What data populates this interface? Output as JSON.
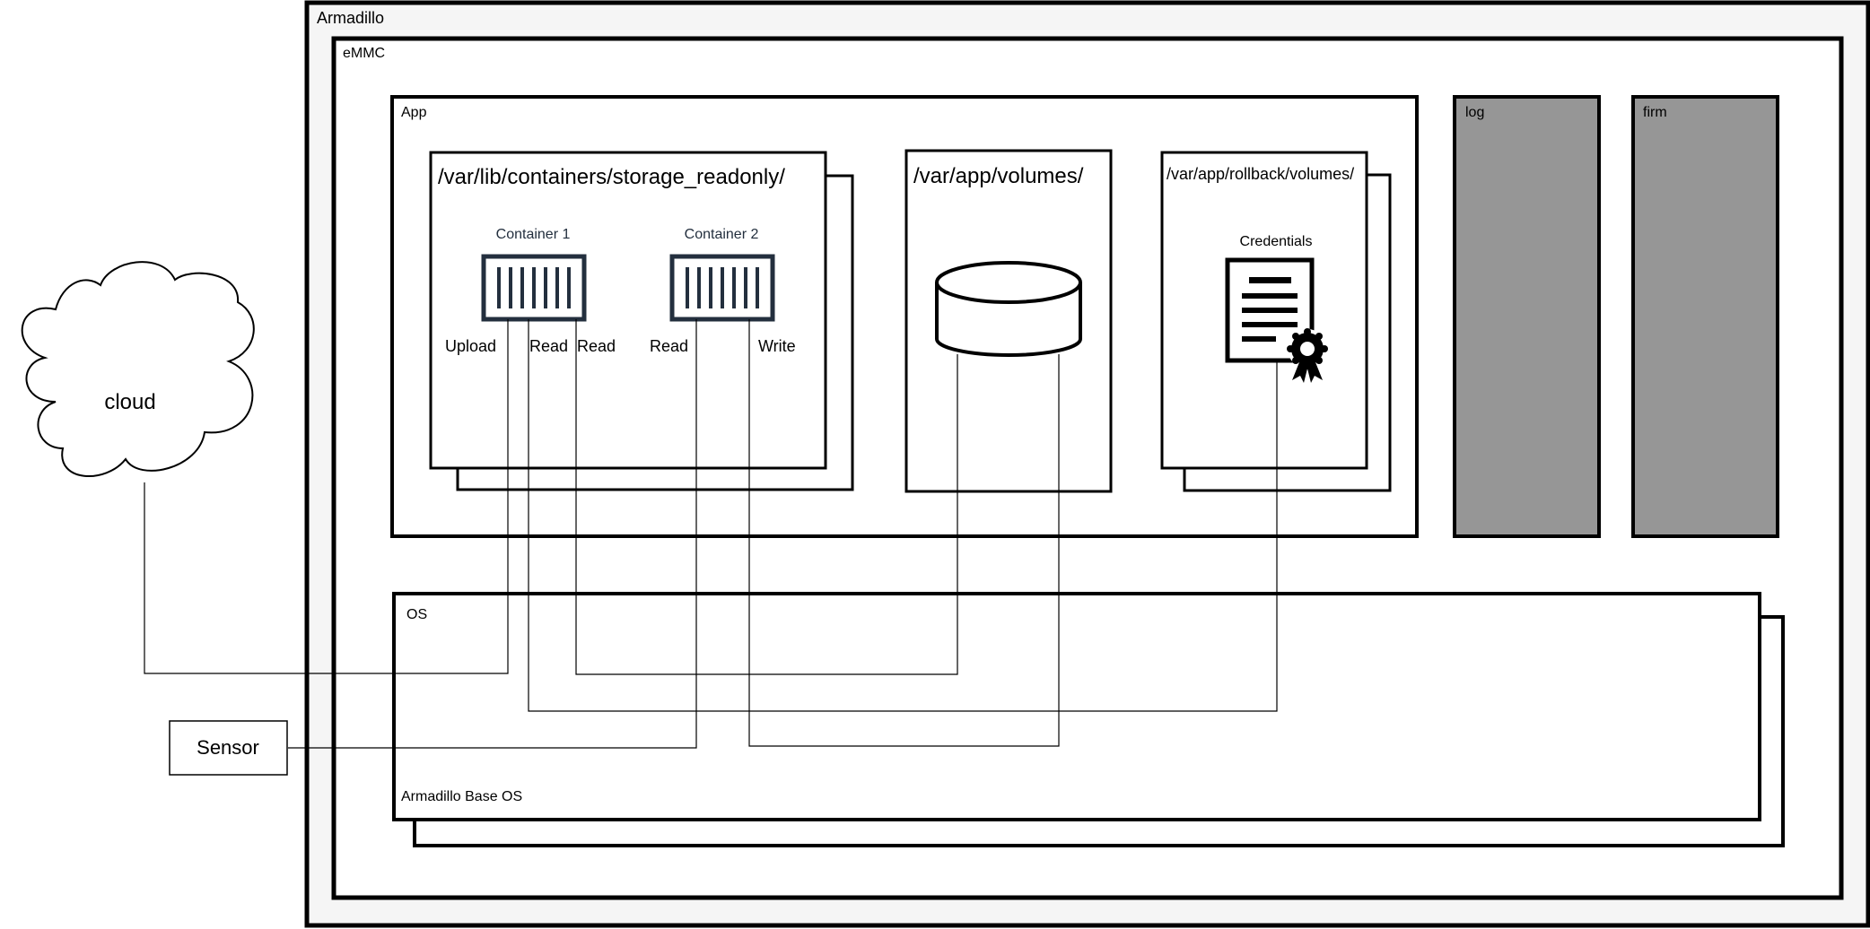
{
  "colors": {
    "outer_fill": "#f5f5f5",
    "gray_fill": "#969696",
    "icon_dark": "#232f3e"
  },
  "labels": {
    "armadillo": "Armadillo",
    "emmc": "eMMC",
    "app": "App",
    "log": "log",
    "firm": "firm",
    "os": "OS",
    "base_os": "Armadillo Base OS",
    "cloud": "cloud",
    "sensor": "Sensor",
    "storage_path": "/var/lib/containers/storage_readonly/",
    "volumes_path": "/var/app/volumes/",
    "rollback_path": "/var/app/rollback/volumes/",
    "container1": "Container 1",
    "container2": "Container 2",
    "credentials": "Credentials",
    "upload": "Upload",
    "read1": "Read",
    "read2": "Read",
    "read3": "Read",
    "write": "Write"
  },
  "icons": {
    "container1": "container-icon",
    "container2": "container-icon",
    "database": "database-cylinder-icon",
    "certificate": "certificate-icon"
  }
}
